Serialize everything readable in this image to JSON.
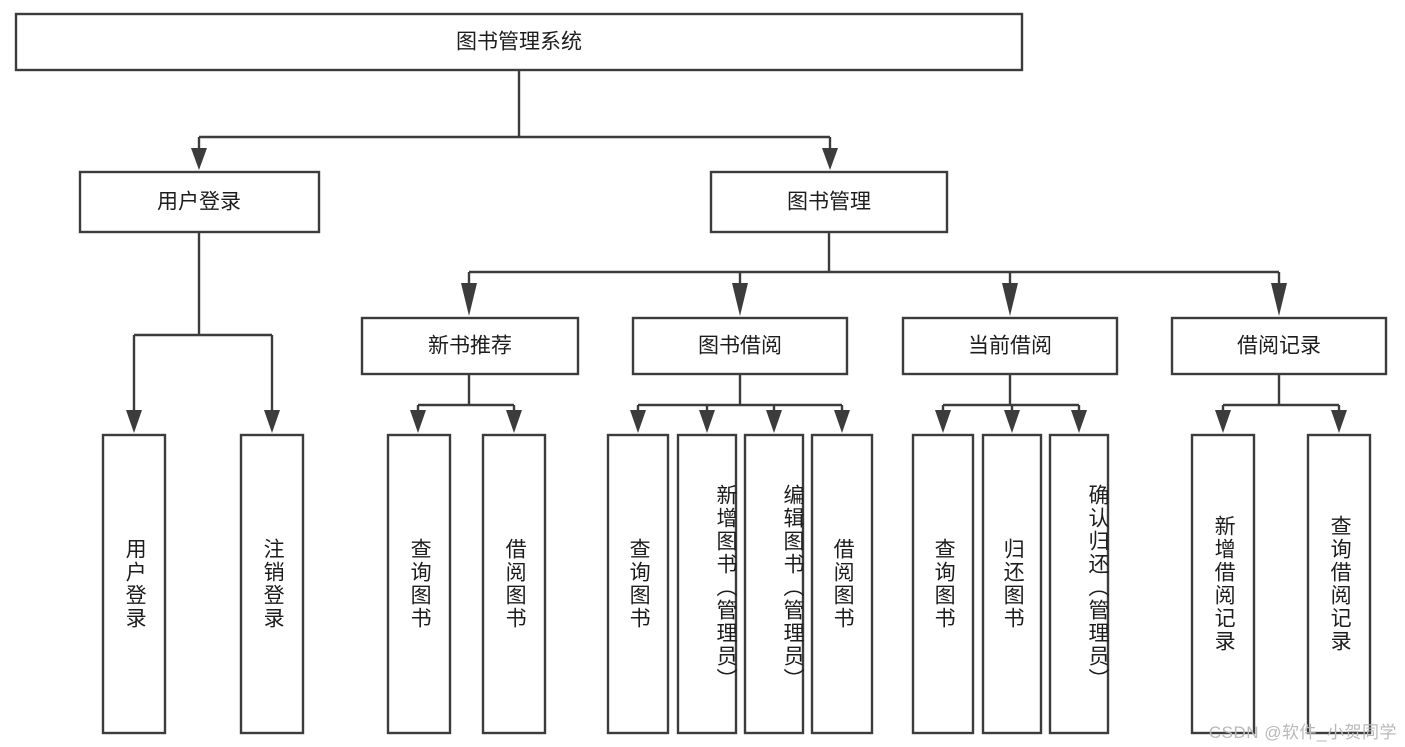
{
  "diagram": {
    "type": "tree",
    "title": "图书管理系统",
    "watermark": "CSDN @软件_小贺同学",
    "colors": {
      "stroke": "#3c3c3c",
      "box_fill": "#ffffff",
      "text": "#1d1d1d",
      "watermark": "#b9b9b9",
      "background": "#ffffff"
    },
    "root": {
      "label": "图书管理系统"
    },
    "level2": [
      {
        "label": "用户登录"
      },
      {
        "label": "图书管理"
      }
    ],
    "level3": [
      {
        "label": "新书推荐"
      },
      {
        "label": "图书借阅"
      },
      {
        "label": "当前借阅"
      },
      {
        "label": "借阅记录"
      }
    ],
    "leaves": {
      "user_login": [
        {
          "label": "用户登录"
        },
        {
          "label": "注销登录"
        }
      ],
      "new_book_recommend": [
        {
          "label": "查询图书"
        },
        {
          "label": "借阅图书"
        }
      ],
      "book_borrow": [
        {
          "label": "查询图书"
        },
        {
          "label": "新增图书（管理员）"
        },
        {
          "label": "编辑图书（管理员）"
        },
        {
          "label": "借阅图书"
        }
      ],
      "current_borrow": [
        {
          "label": "查询图书"
        },
        {
          "label": "归还图书"
        },
        {
          "label": "确认归还（管理员）"
        }
      ],
      "borrow_record": [
        {
          "label": "新增借阅记录"
        },
        {
          "label": "查询借阅记录"
        }
      ]
    }
  }
}
